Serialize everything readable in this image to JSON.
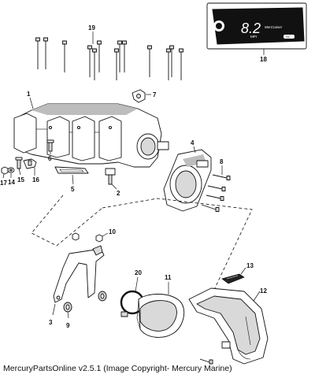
{
  "footer": {
    "caption": "MercuryPartsOnline v2.5.1 (Image Copyright- Mercury Marine)"
  },
  "decal": {
    "logo_text": "8.2",
    "sub_text": "MerCruiser",
    "engine_text": "MPI",
    "badge_text": "SC"
  },
  "callouts": {
    "c1": "1",
    "c2": "2",
    "c3": "3",
    "c4": "4",
    "c5": "5",
    "c6": "6",
    "c7": "7",
    "c8": "8",
    "c9": "9",
    "c10": "10",
    "c11": "11",
    "c12": "12",
    "c13": "13",
    "c14": "14",
    "c15": "15",
    "c16": "16",
    "c17": "17",
    "c18": "18",
    "c19": "19",
    "c20": "20"
  }
}
